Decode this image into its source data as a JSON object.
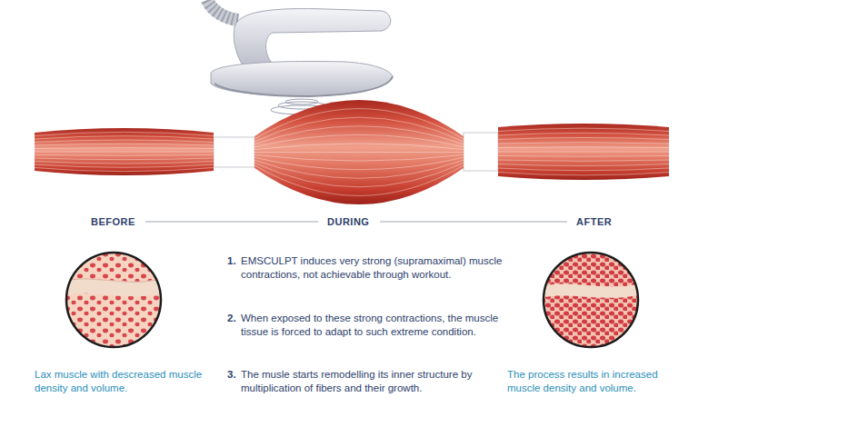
{
  "diagram": {
    "labels": [
      "BEFORE",
      "DURING",
      "AFTER",
      "1.",
      "EMSCULPT induces very strong (supramaximal) muscle contractions, not achievable through workout.",
      "2.",
      "When exposed to these strong contractions, the muscle tissue is forced to adapt to such extreme condition.",
      "3.",
      "The musle starts remodelling its inner structure by multiplication of fibers and their growth.",
      "Lax muscle with descreased muscle density and volume.",
      "The process results in increased muscle density and volume."
    ]
  }
}
